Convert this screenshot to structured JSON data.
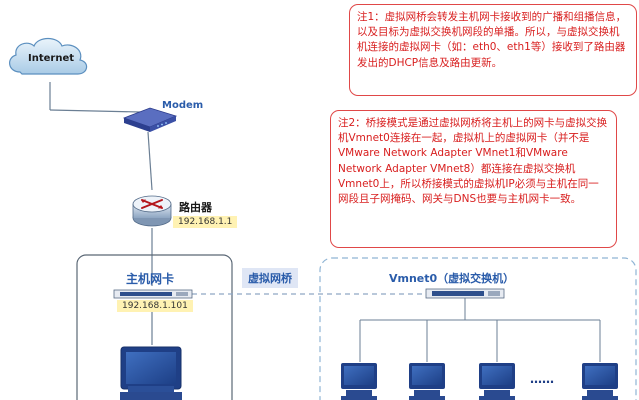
{
  "internet": {
    "label": "Internet"
  },
  "modem": {
    "label": "Modem"
  },
  "router": {
    "label": "路由器",
    "ip": "192.168.1.1"
  },
  "host_nic": {
    "label": "主机网卡",
    "ip": "192.168.1.101"
  },
  "bridge": {
    "label": "虚拟网桥"
  },
  "vswitch": {
    "label": "Vmnet0（虚拟交换机）"
  },
  "ellipsis": "……",
  "notes": {
    "note1": "注1：虚拟网桥会转发主机网卡接收到的广播和组播信息，以及目标为虚拟交换机网段的单播。所以，与虚拟交换机机连接的虚拟网卡（如：eth0、eth1等）接收到了路由器发出的DHCP信息及路由更新。",
    "note2": "注2：桥接模式是通过虚拟网桥将主机上的网卡与虚拟交换机Vmnet0连接在一起，虚拟机上的虚拟网卡（并不是VMware Network Adapter VMnet1和VMware Network Adapter VMnet8）都连接在虚拟交换机Vmnet0上，所以桥接模式的虚拟机IP必须与主机在同一网段且子网掩码、网关与DNS也要与主机网卡一致。"
  },
  "colors": {
    "label_blue": "#2a5caa",
    "note_red": "#d81e1e",
    "ip_bg": "#fff2b3",
    "bridge_bg": "#dfe6f5"
  }
}
